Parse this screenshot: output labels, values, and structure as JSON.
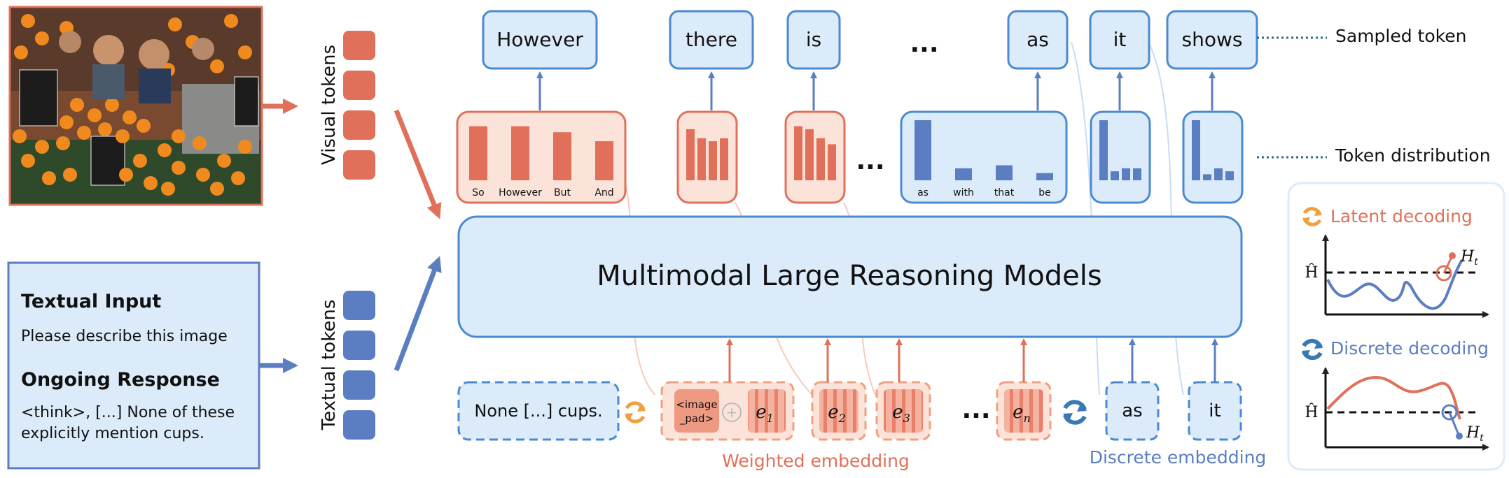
{
  "colors": {
    "red": "#E0705A",
    "red_fill": "#FBE3D9",
    "red_bar": "#E0705A",
    "blue": "#5B7EC2",
    "blue_fill": "#DCEBFA",
    "blue_stroke": "#4A8AD0",
    "dotted_line": "#2E6B8A",
    "orange_icon": "#F0A040",
    "blue_icon": "#3A7AB0"
  },
  "input_image": {
    "label": "market-photo"
  },
  "visual_tokens": {
    "label": "Visual tokens"
  },
  "textual_tokens": {
    "label": "Textual tokens"
  },
  "text_panel": {
    "input_heading": "Textual Input",
    "input_text": "Please describe this image",
    "response_heading": "Ongoing Response",
    "response_line1": "<think>, [...] None of these",
    "response_line2": "explicitly mention cups."
  },
  "model": {
    "label": "Multimodal Large Reasoning Models"
  },
  "sampled_tokens": [
    "However",
    "there",
    "is",
    "as",
    "it",
    "shows"
  ],
  "ellipsis": "...",
  "legend": {
    "sampled": "Sampled token",
    "distribution": "Token distribution"
  },
  "distributions": {
    "first": {
      "labels": [
        "So",
        "However",
        "But",
        "And"
      ],
      "values": [
        0.9,
        0.9,
        0.8,
        0.65
      ]
    },
    "second": {
      "values": [
        0.85,
        0.7,
        0.65,
        0.7
      ]
    },
    "third": {
      "values": [
        0.9,
        0.85,
        0.7,
        0.6
      ]
    },
    "fourth": {
      "labels": [
        "as",
        "with",
        "that",
        "be"
      ],
      "values": [
        1.0,
        0.2,
        0.25,
        0.12
      ]
    },
    "fifth": {
      "values": [
        1.0,
        0.15,
        0.2,
        0.2
      ]
    },
    "sixth": {
      "values": [
        1.0,
        0.1,
        0.2,
        0.15
      ]
    }
  },
  "input_sequence": {
    "prev": "None [...] cups.",
    "image_pad_line1": "<image",
    "image_pad_line2": "_pad>",
    "plus": "+",
    "e_labels": [
      "e",
      "e",
      "e",
      "e"
    ],
    "e_subs": [
      "1",
      "2",
      "3",
      "n"
    ],
    "discrete": [
      "as",
      "it"
    ],
    "weighted_label": "Weighted embedding",
    "discrete_label": "Discrete embedding"
  },
  "latent_panel": {
    "latent_title": "Latent decoding",
    "discrete_title": "Discrete decoding",
    "h_hat": "Ĥ",
    "h_t": "H",
    "h_t_sub": "t"
  }
}
